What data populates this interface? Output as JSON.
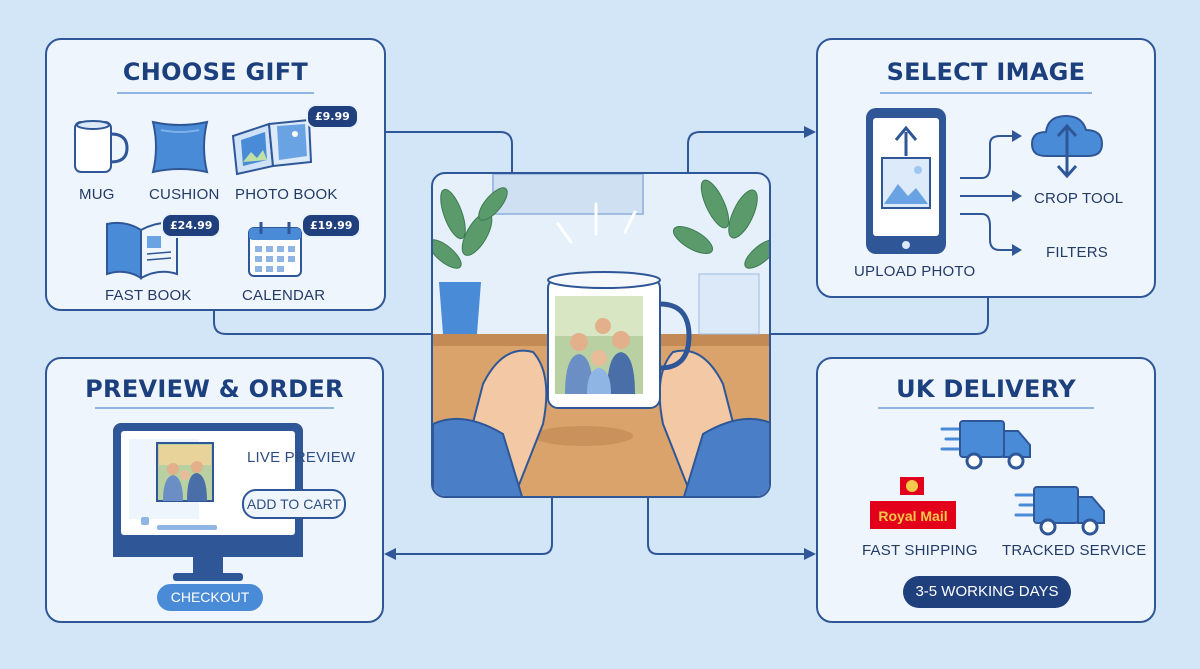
{
  "choose_gift": {
    "title": "CHOOSE GIFT",
    "items": [
      {
        "label": "MUG",
        "icon": "mug-icon"
      },
      {
        "label": "CUSHION",
        "icon": "cushion-icon"
      },
      {
        "label": "PHOTO BOOK",
        "icon": "photo-book-icon",
        "price": "£9.99"
      },
      {
        "label": "FAST BOOK",
        "icon": "fast-book-icon",
        "price": "£24.99"
      },
      {
        "label": "CALENDAR",
        "icon": "calendar-icon",
        "price": "£19.99"
      }
    ]
  },
  "select_image": {
    "title": "SELECT IMAGE",
    "upload_label": "UPLOAD PHOTO",
    "options": [
      "CROP TOOL",
      "FILTERS"
    ]
  },
  "preview_order": {
    "title": "PREVIEW & ORDER",
    "live_preview": "LIVE PREVIEW",
    "add_to_cart": "ADD TO CART",
    "checkout": "CHECKOUT"
  },
  "uk_delivery": {
    "title": "UK DELIVERY",
    "carrier_logo_text": "Royal Mail",
    "fast_shipping": "FAST SHIPPING",
    "tracked_service": "TRACKED SERVICE",
    "working_days": "3-5 WORKING DAYS"
  },
  "colors": {
    "background": "#d3e6f8",
    "panel": "#eef5fd",
    "border": "#2f5797",
    "accent": "#4a8bd8",
    "dark_badge": "#1f3f7d",
    "royal_mail_red": "#e2001a"
  }
}
